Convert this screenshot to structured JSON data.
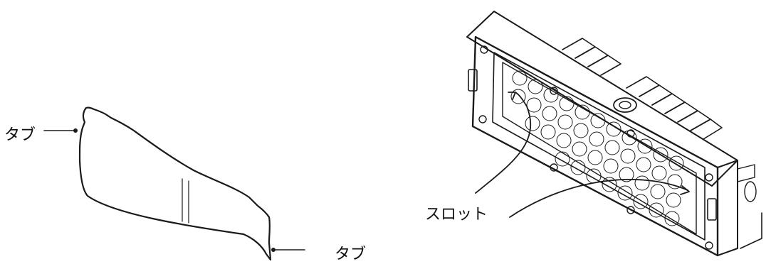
{
  "labels": {
    "tab_left": "タブ",
    "tab_right": "タブ",
    "slot": "スロット"
  },
  "colors": {
    "line": "#1a1a1a",
    "background": "#ffffff"
  }
}
